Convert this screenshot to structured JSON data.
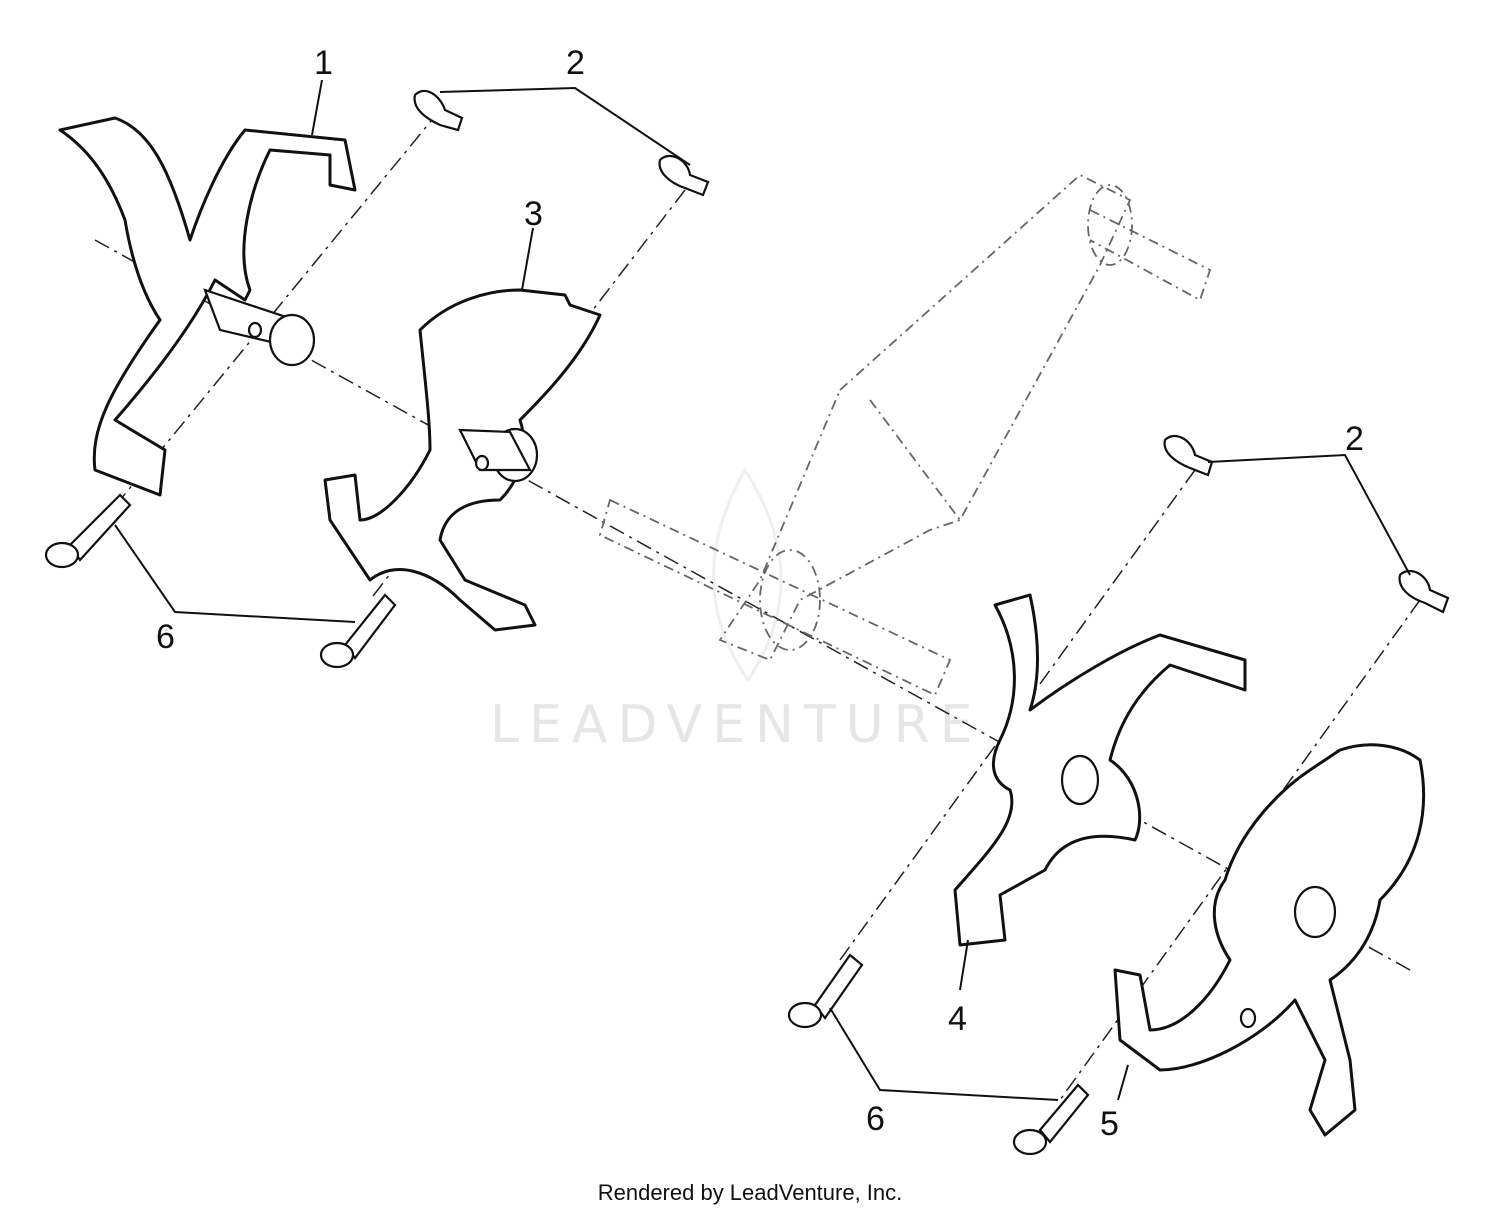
{
  "callouts": {
    "c1": "1",
    "c2a": "2",
    "c2b": "2",
    "c3": "3",
    "c4": "4",
    "c5": "5",
    "c6a": "6",
    "c6b": "6"
  },
  "watermark": "LEADVENTURE",
  "footer": "Rendered by LeadVenture, Inc.",
  "colors": {
    "line": "#111111",
    "ghost": "#666666",
    "watermark": "#e6e6e6"
  }
}
